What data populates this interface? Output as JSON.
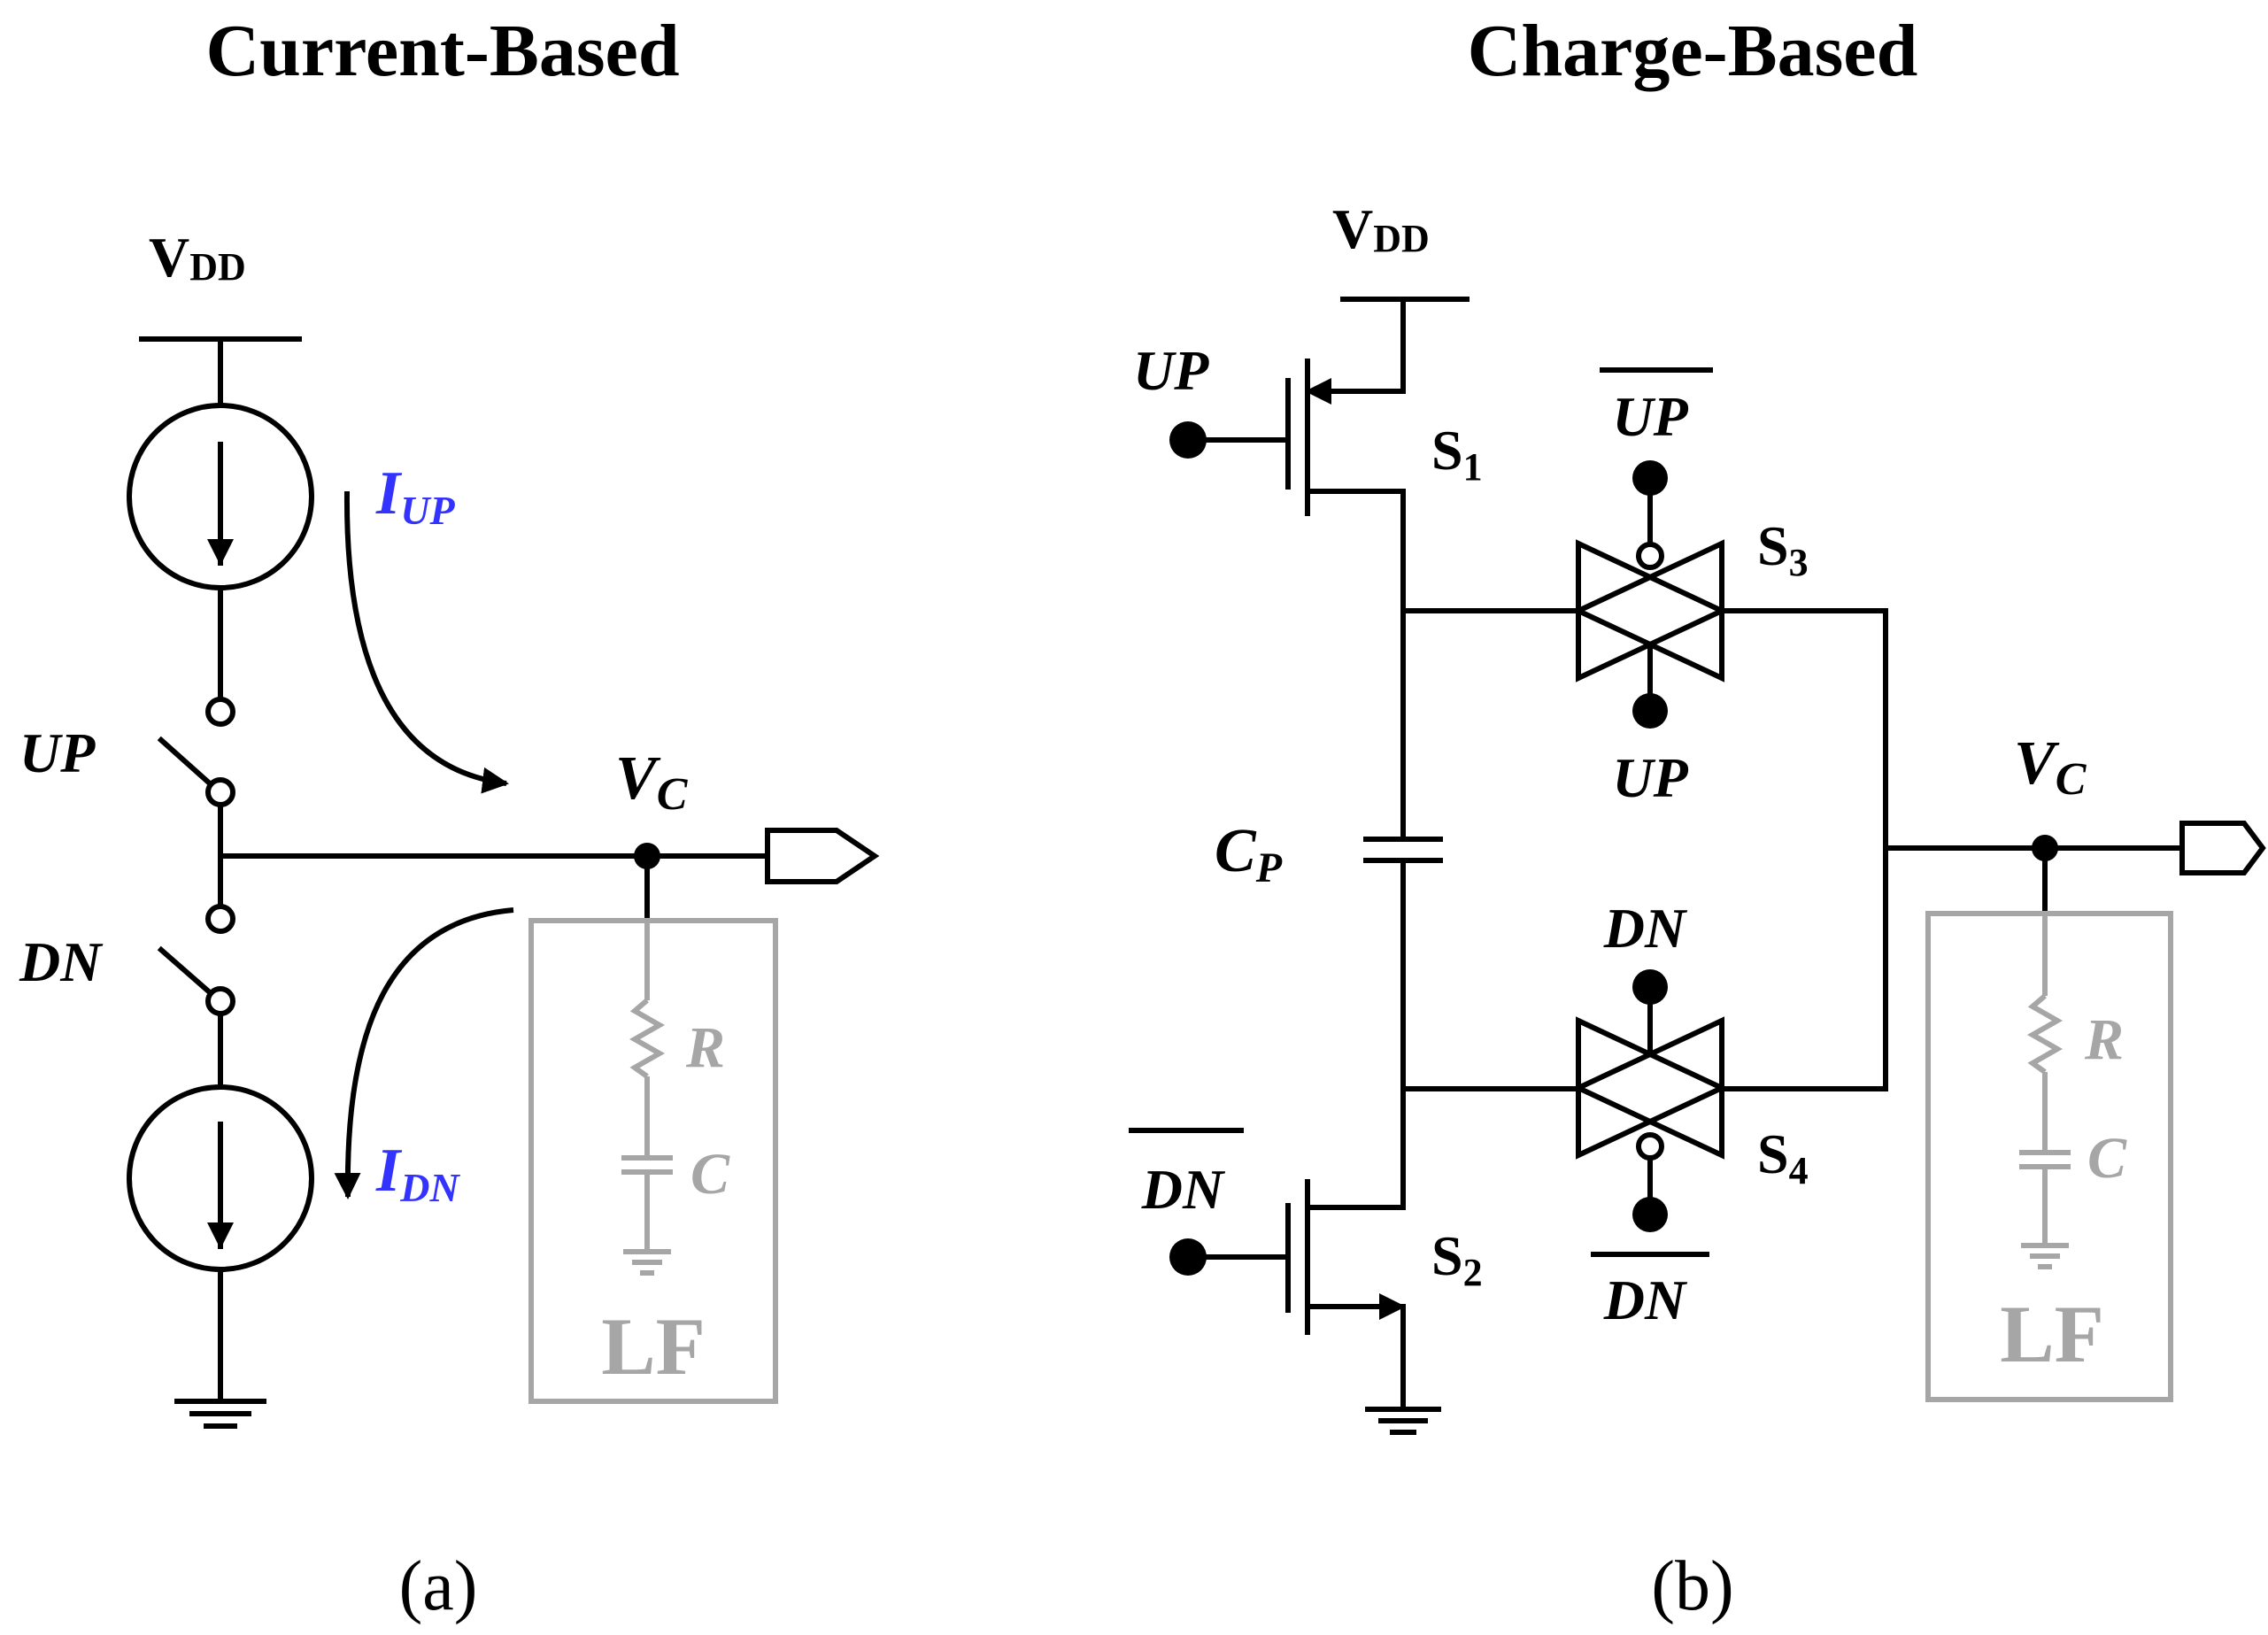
{
  "panel_a": {
    "title": "Current-Based",
    "vdd": "V",
    "vdd_sub": "DD",
    "iup": "I",
    "iup_sub": "UP",
    "idn": "I",
    "idn_sub": "DN",
    "up": "UP",
    "dn": "DN",
    "vc": "V",
    "vc_sub": "C",
    "r": "R",
    "c": "C",
    "lf": "LF",
    "caption": "(a)"
  },
  "panel_b": {
    "title": "Charge-Based",
    "vdd": "V",
    "vdd_sub": "DD",
    "up": "UP",
    "dn_bar": "DN",
    "s1": "S",
    "s1_sub": "1",
    "s2": "S",
    "s2_sub": "2",
    "s3": "S",
    "s3_sub": "3",
    "s4": "S",
    "s4_sub": "4",
    "up_bar_s3": "UP",
    "up_s3": "UP",
    "dn_s4": "DN",
    "dn_bar_s4": "DN",
    "cp": "C",
    "cp_sub": "P",
    "vc": "V",
    "vc_sub": "C",
    "r": "R",
    "c": "C",
    "lf": "LF",
    "caption": "(b)"
  },
  "colors": {
    "wire": "#000000",
    "loop_filter": "#a6a6a6",
    "current_label": "#3333ff"
  }
}
